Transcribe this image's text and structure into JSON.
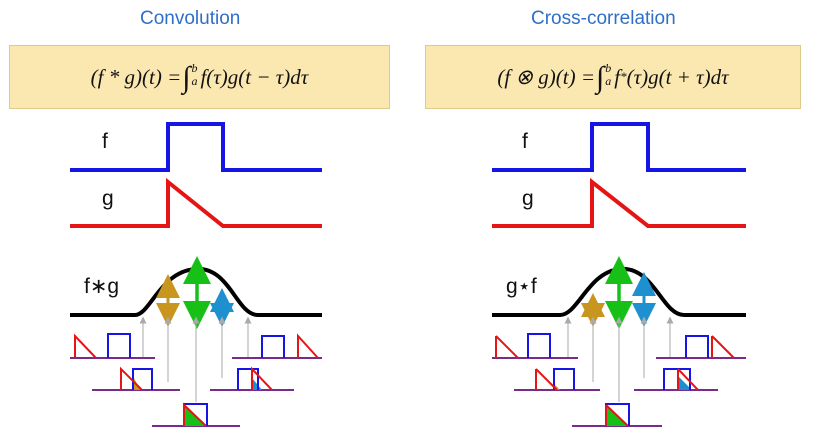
{
  "left": {
    "title": "Convolution",
    "formula": {
      "lhs": "(f * g)(t) =",
      "lower": "a",
      "upper": "b",
      "integrand_a": "f(τ)g(t − τ)dτ"
    },
    "label_f": "f",
    "label_g": "g",
    "label_result": "f∗g"
  },
  "right": {
    "title": "Cross-correlation",
    "formula": {
      "lhs": "(f ⊗ g)(t) =",
      "lower": "a",
      "upper": "b",
      "integrand_a": "f",
      "integrand_sup": "*",
      "integrand_b": "(τ)g(t + τ)dτ"
    },
    "label_f": "f",
    "label_g": "g",
    "label_result": "g⋆f"
  },
  "colors": {
    "title": "#2f6fc8",
    "formula_bg": "#fbe8b0",
    "f_signal": "#1515e6",
    "g_signal": "#e61515",
    "result_curve": "#000000",
    "baseline_small": "#7a2a8a",
    "arrow_gold": "#c8961e",
    "arrow_green": "#17c017",
    "arrow_blue": "#1e90d0",
    "guide_gray": "#aaaaaa"
  }
}
